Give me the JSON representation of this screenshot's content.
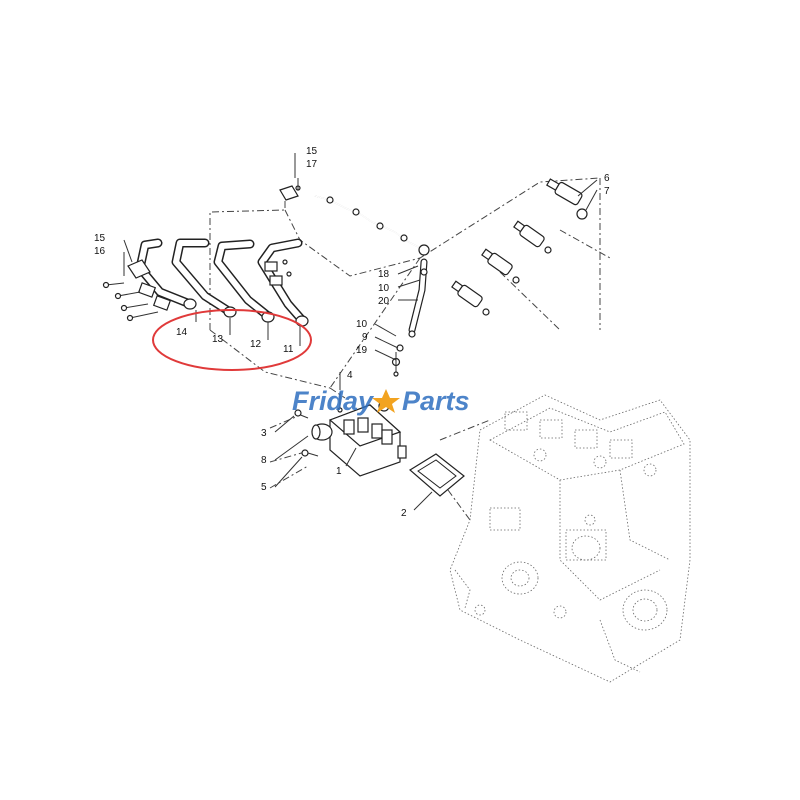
{
  "watermark": {
    "text_a": "Friday",
    "text_b": "Parts",
    "star_color": "#f2a320",
    "text_color": "#2f6fc0"
  },
  "highlight_color": "#e03a3a",
  "callouts": {
    "c1": "1",
    "c2": "2",
    "c3": "3",
    "c4": "4",
    "c5": "5",
    "c6": "6",
    "c7": "7",
    "c8": "8",
    "c9": "9",
    "c10a": "10",
    "c10b": "10",
    "c11": "11",
    "c12": "12",
    "c13": "13",
    "c14": "14",
    "c15a": "15",
    "c15b": "15",
    "c16": "16",
    "c17": "17",
    "c18": "18",
    "c19": "19",
    "c20": "20"
  }
}
